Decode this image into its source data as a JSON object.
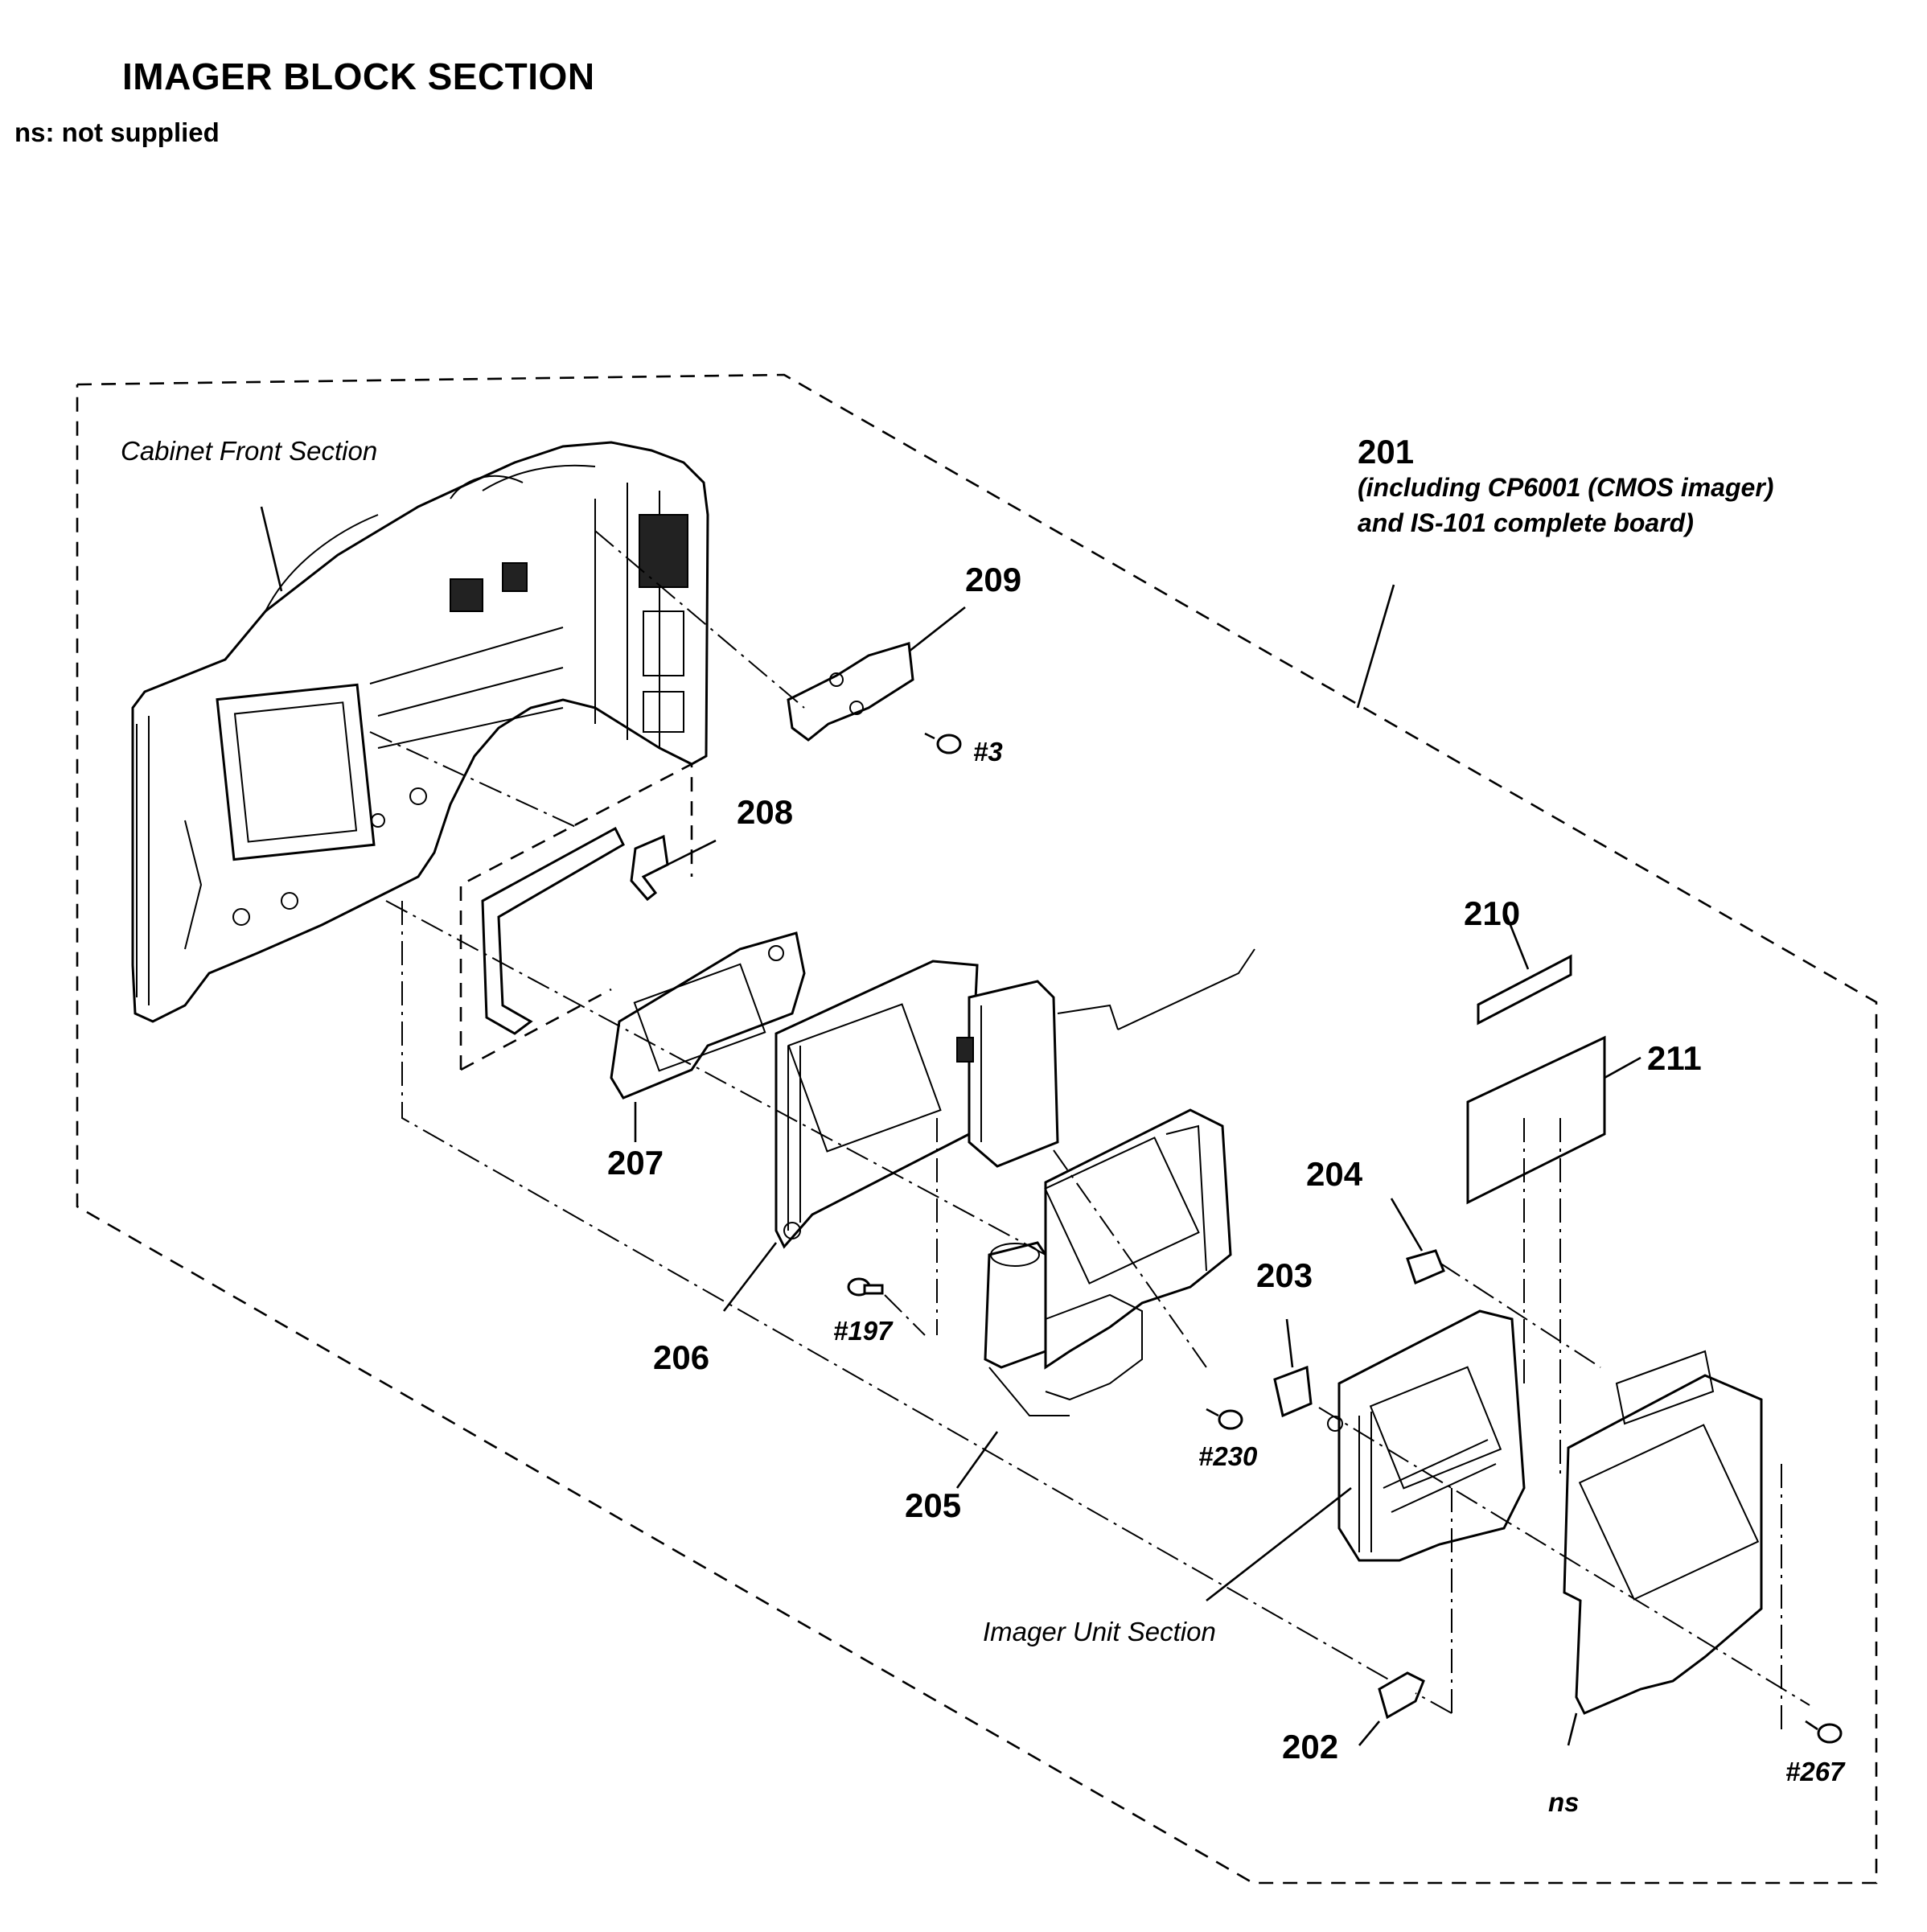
{
  "header": {
    "title": "IMAGER BLOCK SECTION",
    "subtitle": "ns: not supplied"
  },
  "sections": {
    "cabinet_front": "Cabinet Front Section",
    "imager_unit": "Imager Unit Section"
  },
  "assembly_201": {
    "ref": "201",
    "note_line1": "(including CP6001 (CMOS imager)",
    "note_line2": "and IS-101 complete board)"
  },
  "parts": [
    "202",
    "203",
    "204",
    "205",
    "206",
    "207",
    "208",
    "209",
    "210",
    "211"
  ],
  "screws": [
    "#3",
    "#197",
    "#230",
    "#267"
  ],
  "not_supplied": "ns"
}
